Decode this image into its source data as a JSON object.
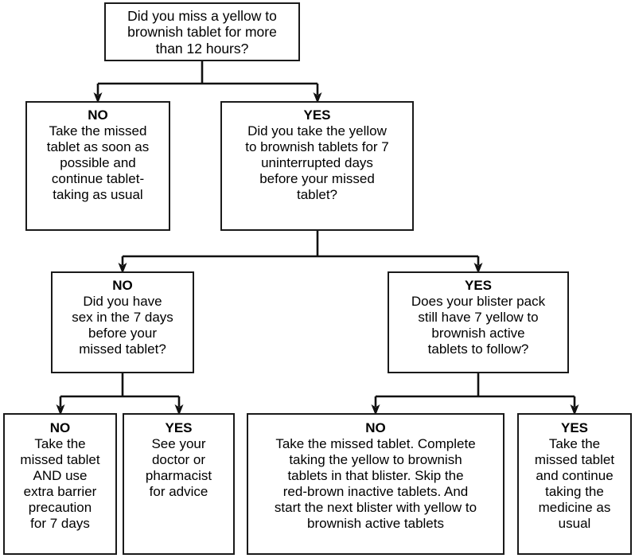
{
  "diagram": {
    "title": "Missed tablet decision flowchart",
    "line_color": "#111111",
    "box_border_color": "#1a1a1a",
    "background": "#ffffff"
  },
  "nodes": {
    "q1": {
      "answer": "",
      "body": "Did you miss a yellow to\nbrownish tablet for more\nthan 12 hours?"
    },
    "r2_no": {
      "answer": "NO",
      "body": "Take the missed\ntablet as soon as\npossible and\ncontinue tablet-\ntaking as usual"
    },
    "r2_yes": {
      "answer": "YES",
      "body": "Did you take the yellow\nto brownish tablets for 7\nuninterrupted days\nbefore your missed\ntablet?"
    },
    "r3_no": {
      "answer": "NO",
      "body": "Did you have\nsex in the 7 days\nbefore your\nmissed tablet?"
    },
    "r3_yes": {
      "answer": "YES",
      "body": "Does your blister pack\nstill have 7 yellow to\nbrownish active\ntablets to follow?"
    },
    "r4_no_left": {
      "answer": "NO",
      "body": "Take the\nmissed tablet\nAND use\nextra barrier\nprecaution\nfor 7 days"
    },
    "r4_yes_left": {
      "answer": "YES",
      "body": "See your\ndoctor or\npharmacist\nfor advice"
    },
    "r4_no_right": {
      "answer": "NO",
      "body": "Take the missed tablet. Complete\ntaking the yellow to brownish\ntablets in that blister. Skip the\nred-brown inactive tablets. And\nstart the next blister with yellow to\nbrownish active tablets"
    },
    "r4_yes_right": {
      "answer": "YES",
      "body": "Take the\nmissed tablet\nand continue\ntaking the\nmedicine as\nusual"
    }
  }
}
